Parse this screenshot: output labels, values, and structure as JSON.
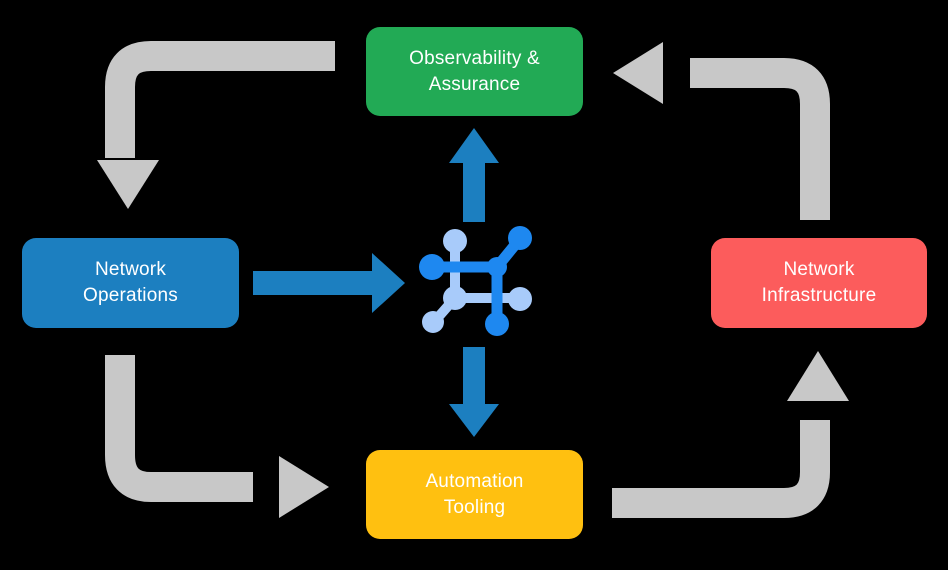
{
  "diagram": {
    "title": "Network automation lifecycle cycle",
    "background_color": "#000000",
    "nodes": [
      {
        "id": "observability",
        "label": "Observability &\nAssurance",
        "color": "#22AA55",
        "position": "top"
      },
      {
        "id": "network-operations",
        "label": "Network\nOperations",
        "color": "#1C7FC0",
        "position": "left"
      },
      {
        "id": "network-infrastructure",
        "label": "Network\nInfrastructure",
        "color": "#FC5C5C",
        "position": "right"
      },
      {
        "id": "automation-tooling",
        "label": "Automation\nTooling",
        "color": "#FFC010",
        "position": "bottom"
      }
    ],
    "center_icon": {
      "name": "network-topology-icon",
      "dark_color": "#1E88F0",
      "light_color": "#A8CBFA"
    },
    "blue_arrows": [
      {
        "id": "operations-to-core",
        "direction": "right",
        "color": "#1C7FC0"
      },
      {
        "id": "core-to-observability",
        "direction": "up",
        "color": "#1C7FC0"
      },
      {
        "id": "core-to-automation",
        "direction": "down",
        "color": "#1C7FC0"
      }
    ],
    "gray_arrows": [
      {
        "id": "observability-to-operations",
        "color": "#C8C8C8",
        "corner": "top-left"
      },
      {
        "id": "infrastructure-to-observability",
        "color": "#C8C8C8",
        "corner": "top-right"
      },
      {
        "id": "operations-to-automation",
        "color": "#C8C8C8",
        "corner": "bottom-left"
      },
      {
        "id": "automation-to-infrastructure",
        "color": "#C8C8C8",
        "corner": "bottom-right"
      }
    ]
  }
}
